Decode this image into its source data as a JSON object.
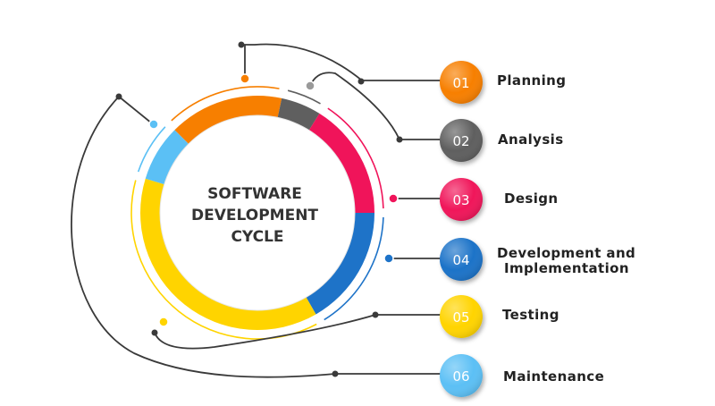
{
  "center_title_lines": [
    "SOFTWARE",
    "DEVELOPMENT",
    "CYCLE"
  ],
  "steps": [
    {
      "number": "01",
      "label_lines": [
        "Planning"
      ],
      "color": "#F77F00"
    },
    {
      "number": "02",
      "label_lines": [
        "Analysis"
      ],
      "color": "#5F5F5F"
    },
    {
      "number": "03",
      "label_lines": [
        "Design"
      ],
      "color": "#F0145A"
    },
    {
      "number": "04",
      "label_lines": [
        "Development and",
        "Implementation"
      ],
      "color": "#1E73C8"
    },
    {
      "number": "05",
      "label_lines": [
        "Testing"
      ],
      "color": "#FFD400"
    },
    {
      "number": "06",
      "label_lines": [
        "Maintenance"
      ],
      "color": "#5BC0F5"
    }
  ]
}
